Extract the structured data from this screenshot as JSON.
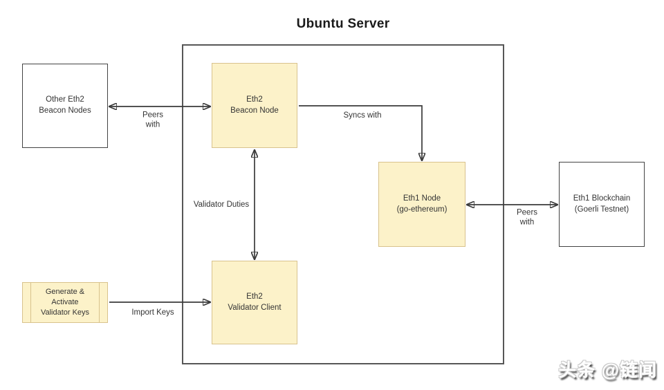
{
  "title": "Ubuntu Server",
  "nodes": {
    "other_eth2_beacon_nodes": {
      "label": "Other Eth2\nBeacon Nodes"
    },
    "eth2_beacon_node": {
      "label": "Eth2\nBeacon Node"
    },
    "eth1_node": {
      "label": "Eth1 Node\n(go-ethereum)"
    },
    "eth1_blockchain": {
      "label": "Eth1 Blockchain\n(Goerli Testnet)"
    },
    "eth2_validator_client": {
      "label": "Eth2\nValidator Client"
    },
    "generate_activate_keys": {
      "label": "Generate &\nActivate\nValidator Keys"
    }
  },
  "edges": {
    "peers_left": {
      "label": "Peers\nwith"
    },
    "syncs_with": {
      "label": "Syncs with"
    },
    "validator_duties": {
      "label": "Validator Duties"
    },
    "import_keys": {
      "label": "Import Keys"
    },
    "peers_right": {
      "label": "Peers\nwith"
    }
  },
  "watermark": {
    "text": "头条 @链闻"
  },
  "colors": {
    "node_fill": "#FCF2C9",
    "node_border": "#D8C28C",
    "white_node_border": "#424242",
    "container_border": "#565656",
    "arrow": "#3A3A3A",
    "text": "#333333",
    "watermark_shadow": "#3F3F3F"
  }
}
